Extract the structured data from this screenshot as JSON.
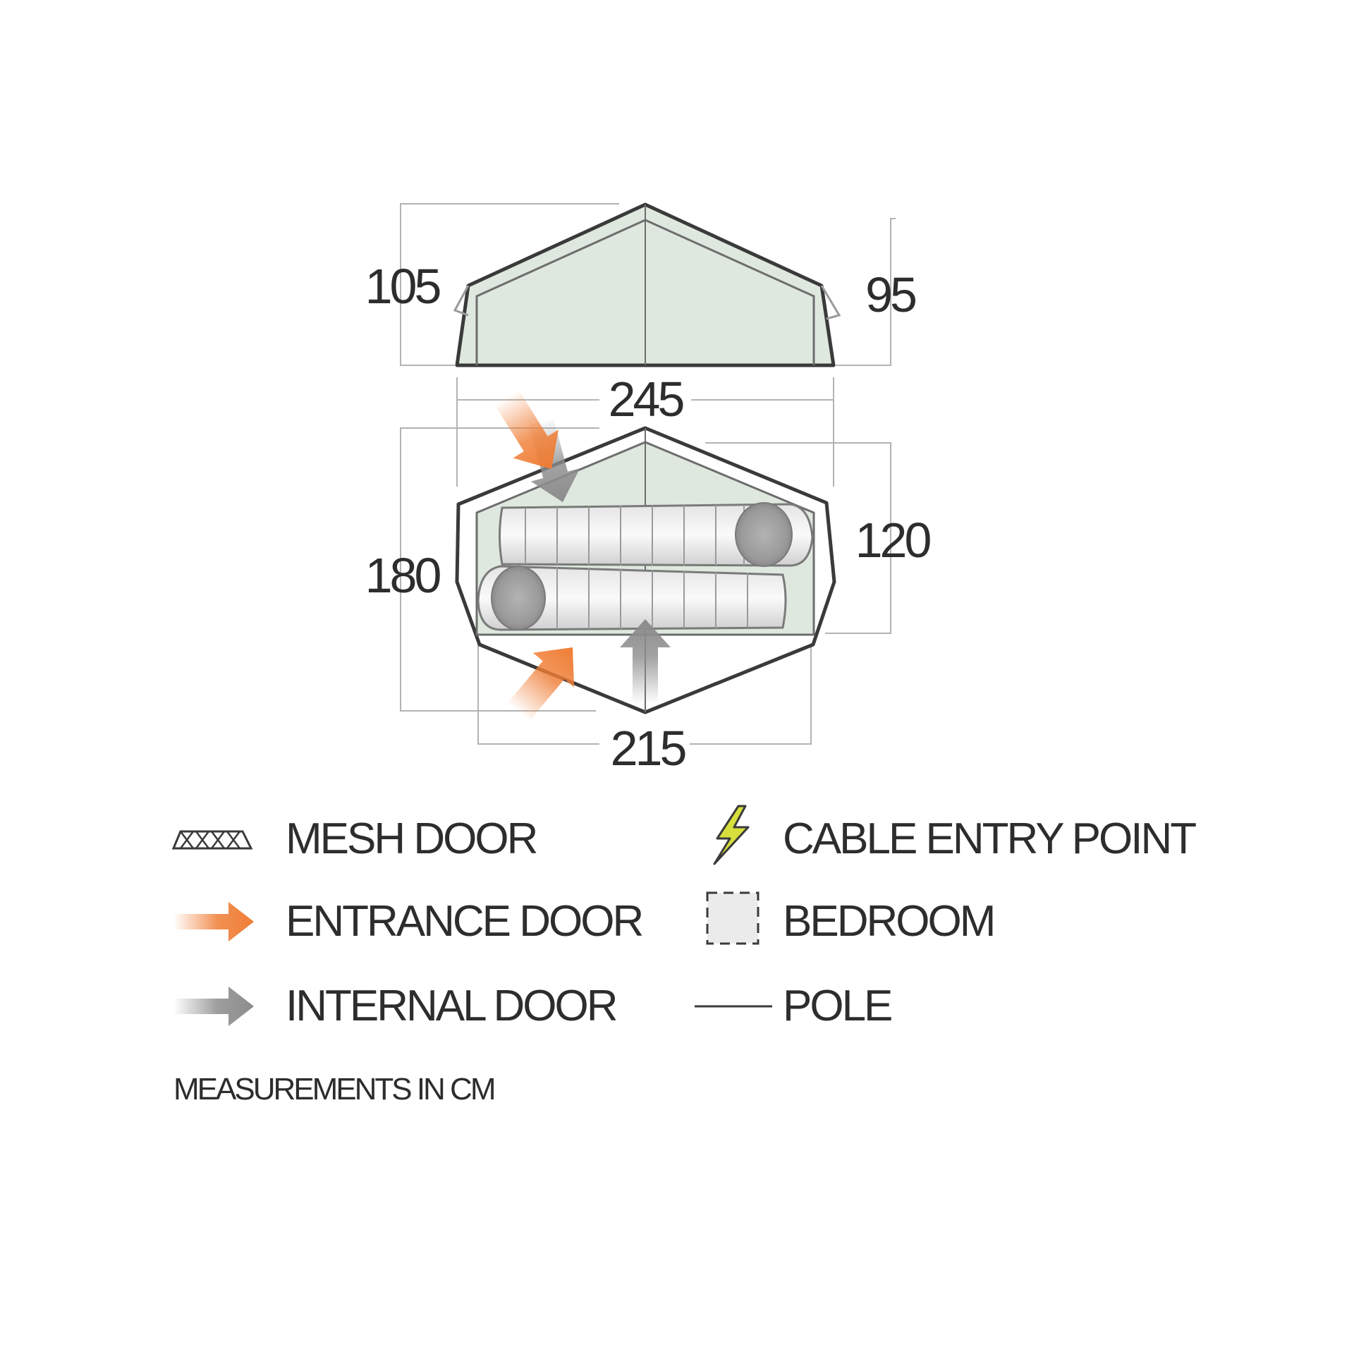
{
  "dimensions": {
    "height_left": "105",
    "height_right": "95",
    "length_top": "245",
    "width_left": "180",
    "width_right": "120",
    "length_bottom": "215"
  },
  "legend": {
    "mesh_door": "MESH DOOR",
    "entrance_door": "ENTRANCE DOOR",
    "internal_door": "INTERNAL DOOR",
    "cable_entry_point": "CABLE ENTRY POINT",
    "bedroom": "BEDROOM",
    "pole": "POLE"
  },
  "note": "MEASUREMENTS IN CM",
  "colors": {
    "outline": "#3a3a3a",
    "inner_fill": "#dfe8de",
    "dimension_line": "#b3b3b3",
    "entrance_arrow": "#ef7d35",
    "internal_arrow": "#8c8c8c",
    "cable_bolt": "#d6df3c",
    "sleeping_bag": "#dcdcdc"
  },
  "icons": {
    "mesh_door": "mesh-door-icon",
    "entrance_door": "orange-arrow-icon",
    "internal_door": "grey-arrow-icon",
    "cable_entry_point": "lightning-bolt-icon",
    "bedroom": "dashed-square-icon",
    "pole": "line-icon"
  }
}
